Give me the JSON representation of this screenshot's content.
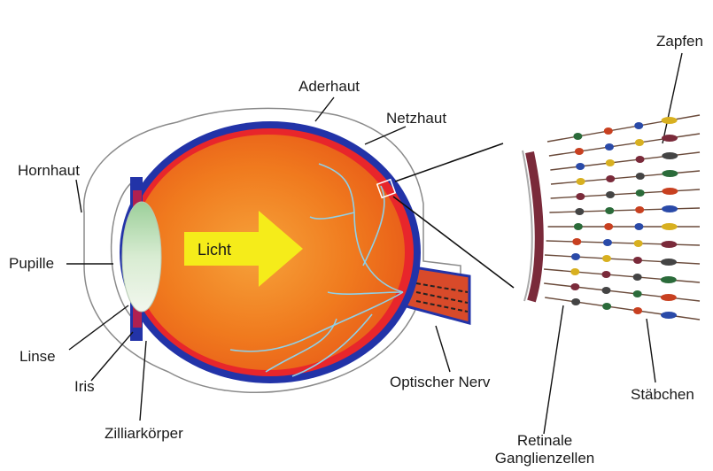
{
  "labels": {
    "aderhaut": "Aderhaut",
    "netzhaut": "Netzhaut",
    "hornhaut": "Hornhaut",
    "pupille": "Pupille",
    "linse": "Linse",
    "iris": "Iris",
    "zilliarkoerper": "Zilliarkörper",
    "licht": "Licht",
    "optischer_nerv": "Optischer Nerv",
    "zapfen": "Zapfen",
    "staebchen": "Stäbchen",
    "retinale_line1": "Retinale",
    "retinale_line2": "Ganglienzellen"
  },
  "colors": {
    "sclera": "#2233a8",
    "choroid": "#e8262b",
    "vitreous": "#f07a1e",
    "lens": "#cfe6cc",
    "arrow": "#f5ec1a",
    "nerve": "#d84a2a",
    "vessels": "#8fd0e8"
  }
}
